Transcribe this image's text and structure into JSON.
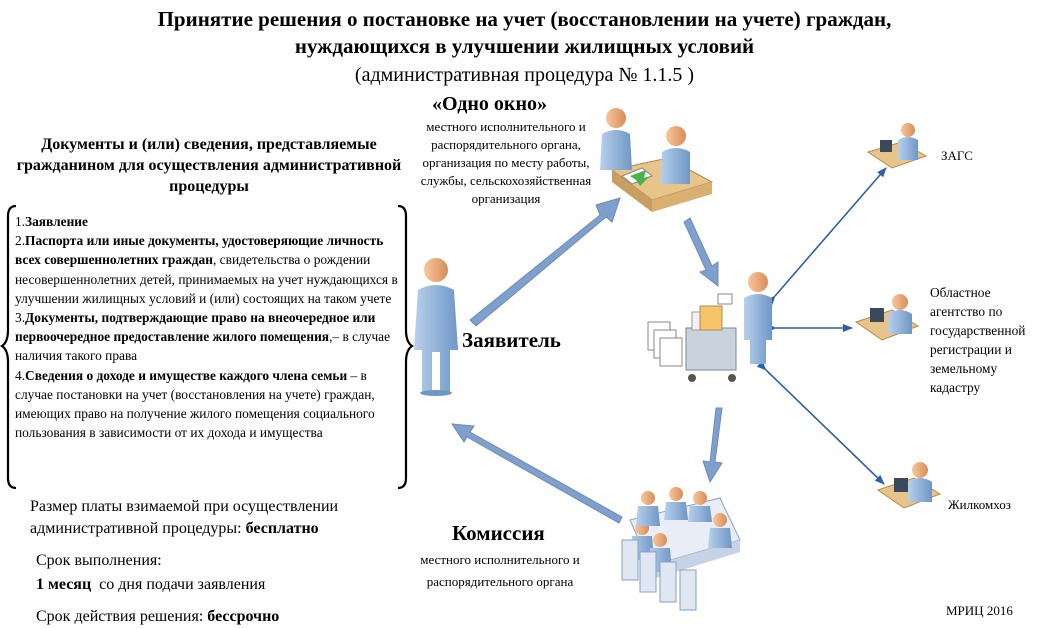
{
  "title": {
    "line1": "Принятие решения о постановке на учет (восстановлении на учете) граждан,",
    "line2": "нуждающихся в улучшении жилищных условий",
    "line3": "(административная  процедура № 1.1.5 )"
  },
  "documents": {
    "heading": "Документы и (или) сведения, представляемые гражданином для осуществления административной процедуры",
    "items": [
      {
        "num": "1.",
        "bold": "Заявление",
        "rest": ""
      },
      {
        "num": "2.",
        "bold": "Паспорта или иные документы, удостоверяющие личность всех совершеннолетних граждан",
        "rest": ", свидетельства о рождении несовершеннолетних детей, принимаемых на учет нуждающихся в улучшении жилищных условий и (или) состоящих на таком учете"
      },
      {
        "num": "3.",
        "bold": "Документы, подтверждающие право на внеочередное или первоочередное предоставление жилого помещения",
        "rest": ",– в случае наличия такого права"
      },
      {
        "num": "4.",
        "bold": "Сведения о доходе и имуществе каждого члена семьи",
        "rest": " – в случае постановки на учет (восстановления на учете) граждан, имеющих право на получение жилого помещения социального пользования в зависимости от их дохода и имущества"
      }
    ]
  },
  "fee": {
    "line1": "Размер платы взимаемой при осуществлении",
    "line2_prefix": "административной процедуры: ",
    "line2_bold": "бесплатно"
  },
  "term": {
    "label": "Срок выполнения:",
    "value_bold": "1 месяц",
    "value_rest": "  со дня подачи заявления"
  },
  "validity": {
    "prefix": "Срок действия решения: ",
    "bold": "бессрочно"
  },
  "one_window": {
    "title": "«Одно окно»",
    "description": "местного исполнительного и распорядительного органа, организация по месту работы, службы, сельскохозяйственная организация"
  },
  "applicant": {
    "label": "Заявитель"
  },
  "commission": {
    "label": "Комиссия",
    "line1": "местного исполнительного и",
    "line2": "распорядительного органа"
  },
  "agencies": {
    "zags": "ЗАГС",
    "registry": "Областное агентство по государственной регистрации и земельному кадастру",
    "zhkh": "Жилкомхоз"
  },
  "footer": {
    "credit": "МРИЦ 2016"
  },
  "colors": {
    "figure_blue": "#8fb4dc",
    "figure_dark": "#4a6f9a",
    "skin": "#f0b080",
    "desk": "#e8c48a",
    "arrow_fat": "#7f9fcc",
    "arrow_thin": "#2e5fa8"
  }
}
